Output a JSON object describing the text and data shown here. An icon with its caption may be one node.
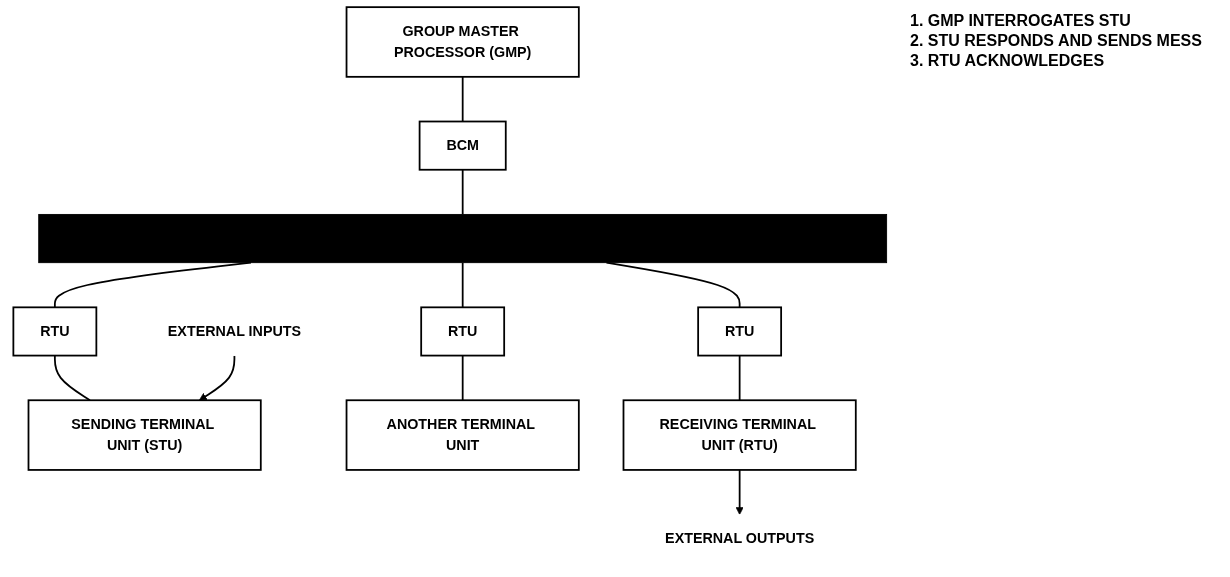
{
  "diagram": {
    "nodes": [
      {
        "text": [
          "GROUP MASTER PROCESSOR (GMP)"
        ]
      },
      {
        "text": [
          "BCM"
        ]
      },
      {
        "text": [],
        "shape": "bar"
      },
      {
        "text": [
          "RTU"
        ]
      },
      {
        "text": [
          "SENDING TERMINAL UNIT (STU)"
        ]
      },
      {
        "text": [
          "RTU"
        ]
      },
      {
        "text": [
          "ANOTHER TERMINAL UNIT"
        ]
      },
      {
        "text": [
          "RTU"
        ]
      },
      {
        "text": [
          "RECEIVING TERMINAL UNIT (RTU)"
        ]
      },
      {
        "text": [
          "EXTERNAL INPUTS"
        ]
      },
      {
        "text": [
          "EXTERNAL OUTPUTS"
        ]
      }
    ],
    "edges": [
      {
        "from": 0,
        "to": 1,
        "arrow": "none"
      },
      {
        "from": 1,
        "to": 2,
        "arrow": "none"
      },
      {
        "from": 2,
        "to": 3,
        "arrow": "none"
      },
      {
        "from": 2,
        "to": 5,
        "arrow": "none"
      },
      {
        "from": 2,
        "to": 7,
        "arrow": "none"
      },
      {
        "from": 3,
        "to": 4,
        "arrow": "none"
      },
      {
        "from": 5,
        "to": 6,
        "arrow": "none"
      },
      {
        "from": 7,
        "to": 8,
        "arrow": "none"
      },
      {
        "from": 9,
        "to": 4,
        "arrow": "to"
      },
      {
        "from": 8,
        "to": 10,
        "arrow": "to"
      }
    ],
    "labels": [
      "1. GMP INTERROGATES STU",
      "2. STU RESPONDS AND SENDS MESS",
      "3. RTU ACKNOWLEDGES"
    ]
  }
}
